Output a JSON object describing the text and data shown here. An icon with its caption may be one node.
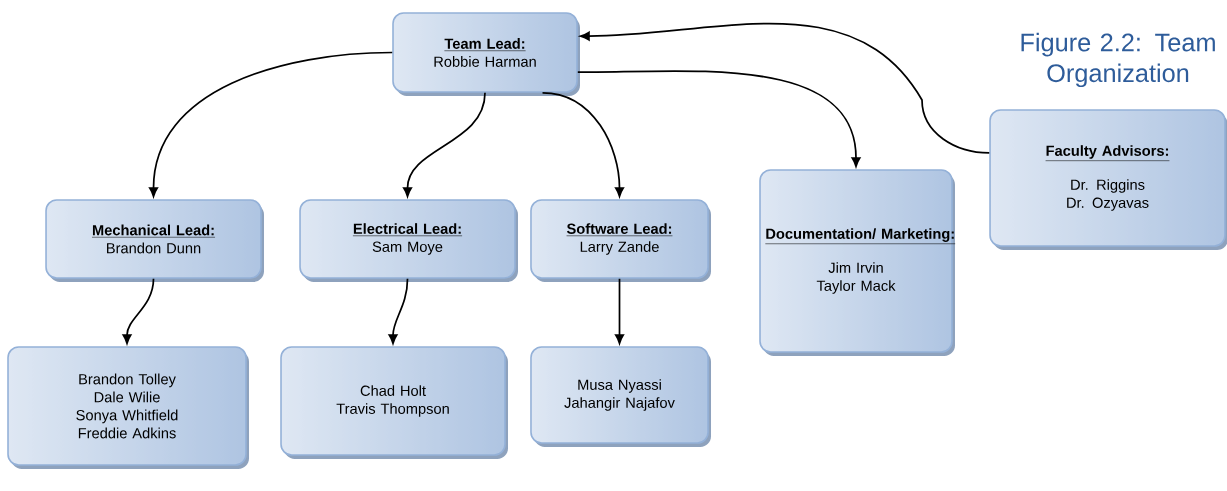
{
  "diagram": {
    "title": "Figure 2.2: Team Organization",
    "nodes": [
      {
        "text": [
          "Team Lead:",
          "Robbie Harman"
        ]
      },
      {
        "text": [
          "Mechanical Lead:",
          "Brandon Dunn"
        ]
      },
      {
        "text": [
          "Electrical Lead:",
          "Sam Moye"
        ]
      },
      {
        "text": [
          "Software Lead:",
          "Larry Zande"
        ]
      },
      {
        "text": [
          "Documentation/ Marketing:",
          "Jim Irvin",
          "Taylor Mack"
        ]
      },
      {
        "text": [
          "Faculty Advisors:",
          "Dr. Riggins",
          "Dr. Ozyavas"
        ]
      },
      {
        "text": [
          "Brandon Tolley",
          "Dale Wilie",
          "Sonya Whitfield",
          "Freddie Adkins"
        ]
      },
      {
        "text": [
          "Chad Holt",
          "Travis Thompson"
        ]
      },
      {
        "text": [
          "Musa Nyassi",
          "Jahangir Najafov"
        ]
      }
    ],
    "edges": [
      {
        "from": 0,
        "to": 1,
        "arrow": "to"
      },
      {
        "from": 0,
        "to": 2,
        "arrow": "to"
      },
      {
        "from": 0,
        "to": 3,
        "arrow": "to"
      },
      {
        "from": 0,
        "to": 4,
        "arrow": "to"
      },
      {
        "from": 5,
        "to": 0,
        "arrow": "to"
      },
      {
        "from": 1,
        "to": 6,
        "arrow": "to"
      },
      {
        "from": 2,
        "to": 7,
        "arrow": "to"
      },
      {
        "from": 3,
        "to": 8,
        "arrow": "to"
      }
    ]
  }
}
